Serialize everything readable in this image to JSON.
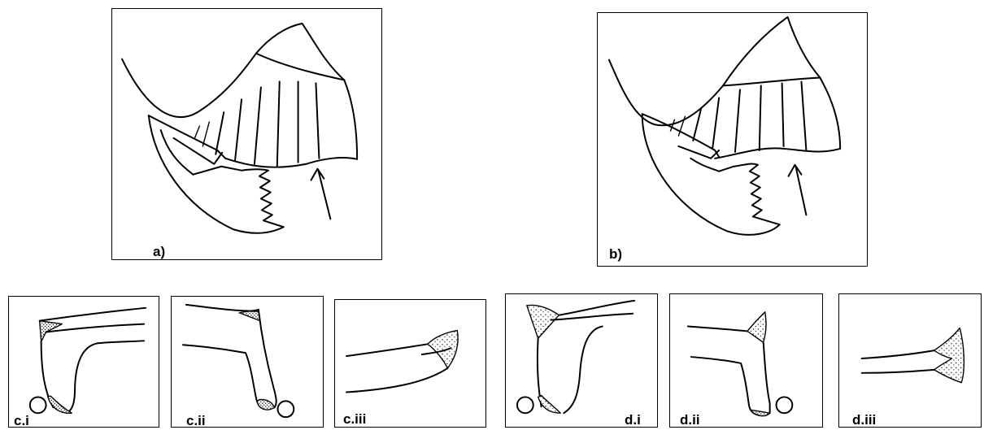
{
  "panels": {
    "a": {
      "label": "a)"
    },
    "b": {
      "label": "b)"
    },
    "c_i": {
      "label": "c.i"
    },
    "c_ii": {
      "label": "c.ii"
    },
    "c_iii": {
      "label": "c.iii"
    },
    "d_i": {
      "label": "d.i"
    },
    "d_ii": {
      "label": "d.ii"
    },
    "d_iii": {
      "label": "d.iii"
    }
  }
}
